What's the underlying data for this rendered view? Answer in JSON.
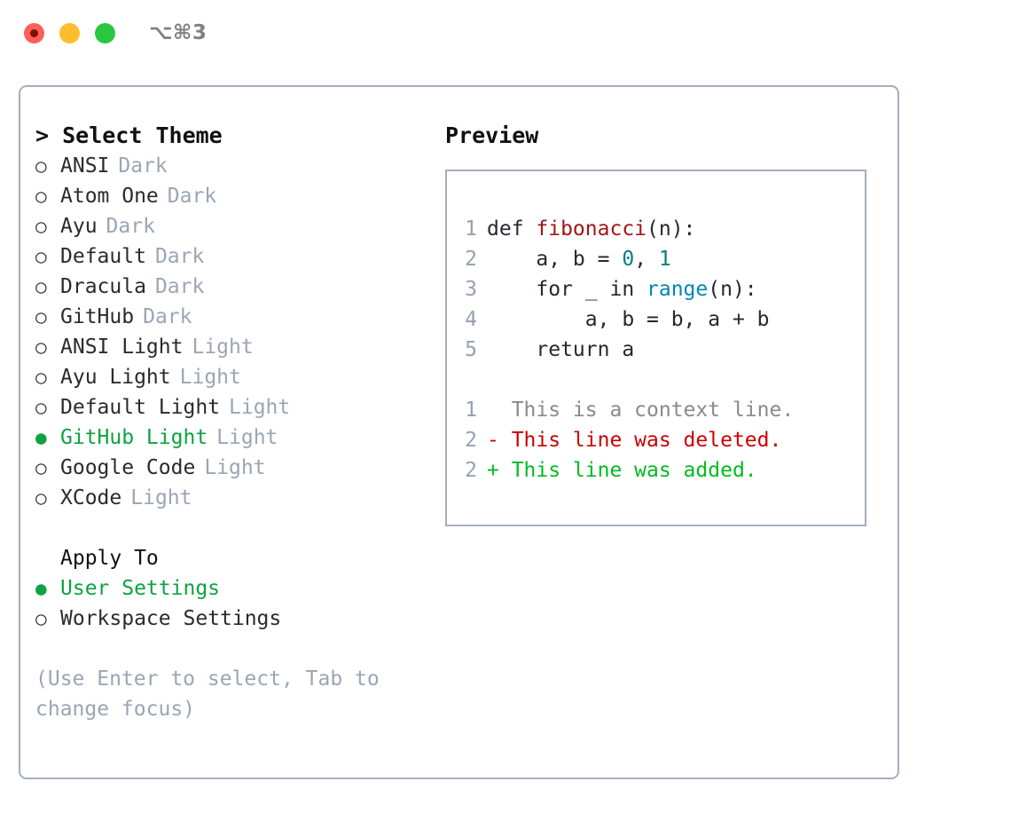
{
  "window": {
    "traffic_lights": [
      "close-button",
      "minimize-button",
      "zoom-button"
    ],
    "shortcut_label": "⌥⌘3",
    "colors": {
      "close": "#ff5f57",
      "minimize": "#ffbd2e",
      "zoom": "#28c840",
      "accent_green": "#0da340",
      "border": "#a3afc0",
      "muted": "#9aa5b5"
    }
  },
  "theme_panel": {
    "title": "> Select Theme",
    "items": [
      {
        "marker": "○",
        "label": "ANSI",
        "tag": "Dark",
        "selected": false
      },
      {
        "marker": "○",
        "label": "Atom One",
        "tag": "Dark",
        "selected": false
      },
      {
        "marker": "○",
        "label": "Ayu",
        "tag": "Dark",
        "selected": false
      },
      {
        "marker": "○",
        "label": "Default",
        "tag": "Dark",
        "selected": false
      },
      {
        "marker": "○",
        "label": "Dracula",
        "tag": "Dark",
        "selected": false
      },
      {
        "marker": "○",
        "label": "GitHub",
        "tag": "Dark",
        "selected": false
      },
      {
        "marker": "○",
        "label": "ANSI Light",
        "tag": "Light",
        "selected": false
      },
      {
        "marker": "○",
        "label": "Ayu Light",
        "tag": "Light",
        "selected": false
      },
      {
        "marker": "○",
        "label": "Default Light",
        "tag": "Light",
        "selected": false
      },
      {
        "marker": "●",
        "label": "GitHub Light",
        "tag": "Light",
        "selected": true
      },
      {
        "marker": "○",
        "label": "Google Code",
        "tag": "Light",
        "selected": false
      },
      {
        "marker": "○",
        "label": "XCode",
        "tag": "Light",
        "selected": false
      }
    ]
  },
  "apply_to": {
    "title": "Apply To",
    "options": [
      {
        "marker": "●",
        "label": "User Settings",
        "selected": true
      },
      {
        "marker": "○",
        "label": "Workspace Settings",
        "selected": false
      }
    ]
  },
  "hint": "(Use Enter to select, Tab to change focus)",
  "preview": {
    "title": "Preview",
    "code_lines": [
      {
        "num": "1",
        "tokens": [
          {
            "t": "def ",
            "c": "plain"
          },
          {
            "t": "fibonacci",
            "c": "fn"
          },
          {
            "t": "(n):",
            "c": "plain"
          }
        ]
      },
      {
        "num": "2",
        "tokens": [
          {
            "t": "    a, b = ",
            "c": "plain"
          },
          {
            "t": "0",
            "c": "num"
          },
          {
            "t": ", ",
            "c": "plain"
          },
          {
            "t": "1",
            "c": "num"
          }
        ]
      },
      {
        "num": "3",
        "tokens": [
          {
            "t": "    for _ in ",
            "c": "plain"
          },
          {
            "t": "range",
            "c": "blue"
          },
          {
            "t": "(n):",
            "c": "plain"
          }
        ]
      },
      {
        "num": "4",
        "tokens": [
          {
            "t": "        a, b = b, a + b",
            "c": "plain"
          }
        ]
      },
      {
        "num": "5",
        "tokens": [
          {
            "t": "    return a",
            "c": "plain"
          }
        ]
      }
    ],
    "diff_lines": [
      {
        "num": "1",
        "text": "  This is a context line.",
        "kind": "ctx"
      },
      {
        "num": "2",
        "text": "- This line was deleted.",
        "kind": "del"
      },
      {
        "num": "2",
        "text": "+ This line was added.",
        "kind": "add"
      }
    ]
  }
}
